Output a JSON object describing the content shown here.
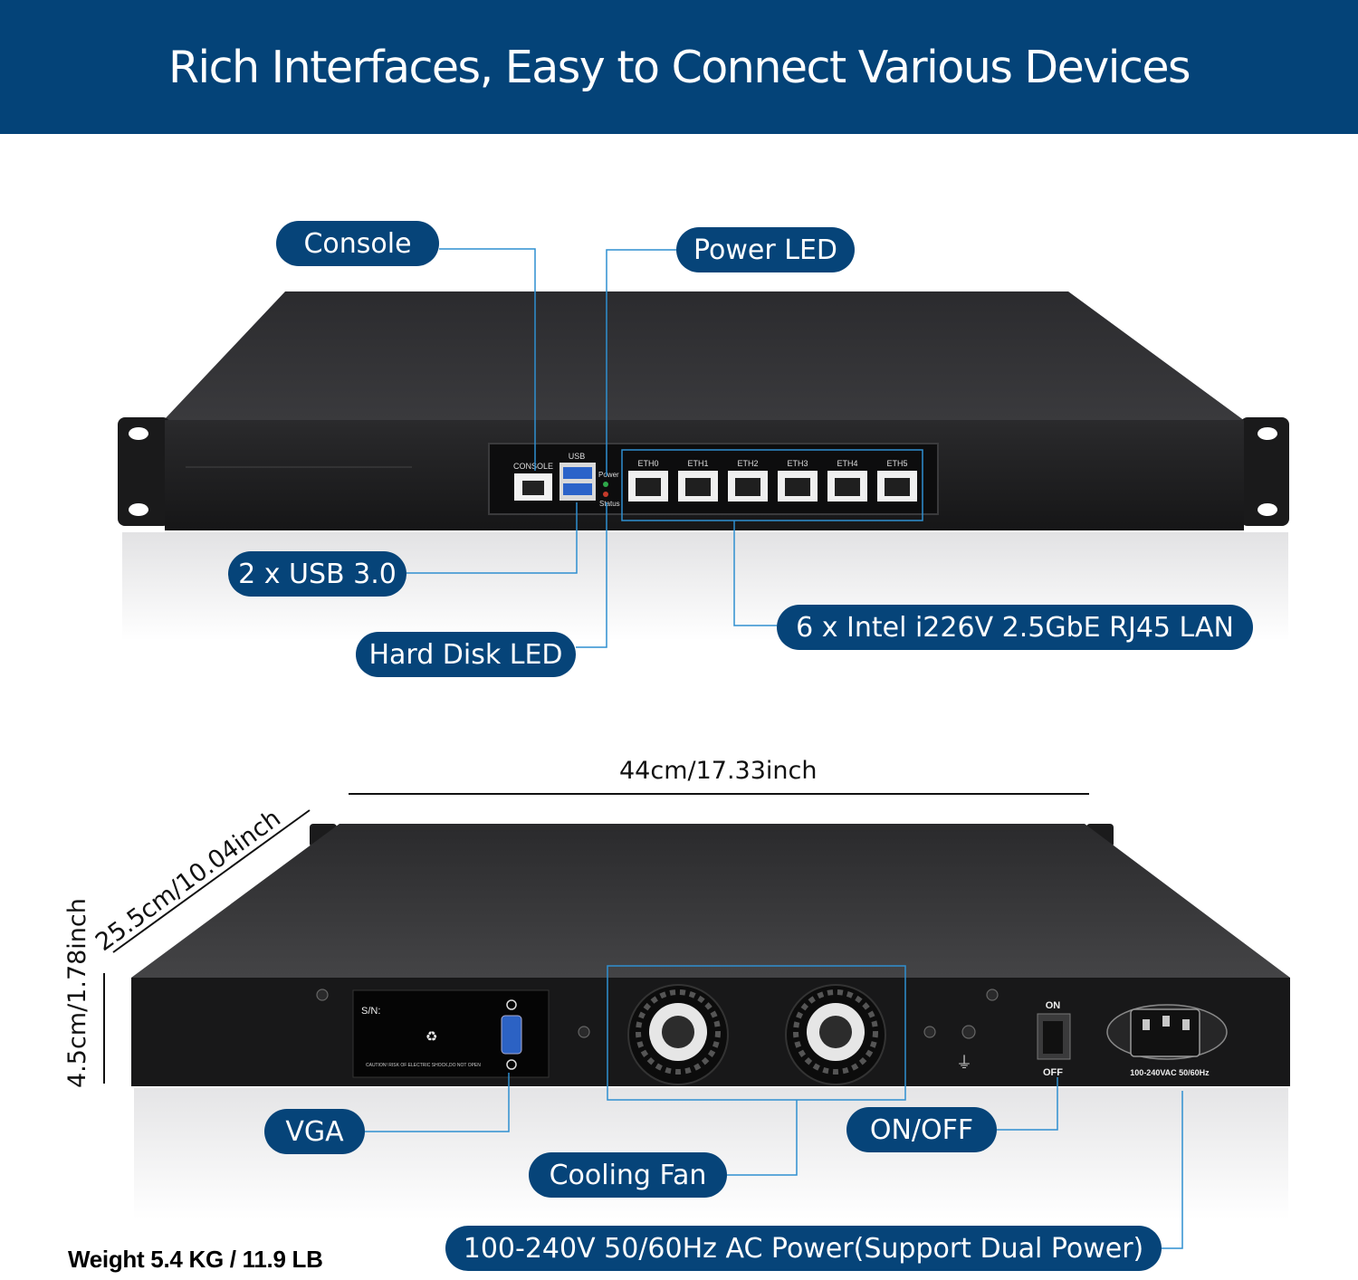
{
  "header": {
    "title": "Rich Interfaces, Easy to Connect Various Devices"
  },
  "front_callouts": {
    "console": "Console",
    "power_led": "Power LED",
    "usb": "2 x USB 3.0",
    "hdd_led": "Hard Disk LED",
    "lan": "6 x Intel i226V 2.5GbE RJ45 LAN"
  },
  "front_panel": {
    "console_label": "CONSOLE",
    "usb_label": "USB",
    "power_label": "Power",
    "status_label": "Status",
    "eth_ports": [
      "ETH0",
      "ETH1",
      "ETH2",
      "ETH3",
      "ETH4",
      "ETH5"
    ]
  },
  "dimensions": {
    "width": "44cm/17.33inch",
    "depth": "25.5cm/10.04inch",
    "height": "4.5cm/1.78inch"
  },
  "rear_panel": {
    "sn_label": "S/N:",
    "switch_on": "ON",
    "switch_off": "OFF",
    "power_rating": "100-240VAC 50/60Hz",
    "caution_text": "CAUTION! RISK OF ELECTRIC SHOCK,DO NOT OPEN"
  },
  "rear_callouts": {
    "vga": "VGA",
    "cooling_fan": "Cooling Fan",
    "on_off": "ON/OFF",
    "ac_power": "100-240V 50/60Hz AC Power(Support Dual Power)"
  },
  "footer": {
    "weight": "Weight 5.4 KG / 11.9 LB"
  },
  "colors": {
    "brand_blue": "#044378",
    "callout_line": "#2f8fd0",
    "chassis": "#1e1e20"
  }
}
